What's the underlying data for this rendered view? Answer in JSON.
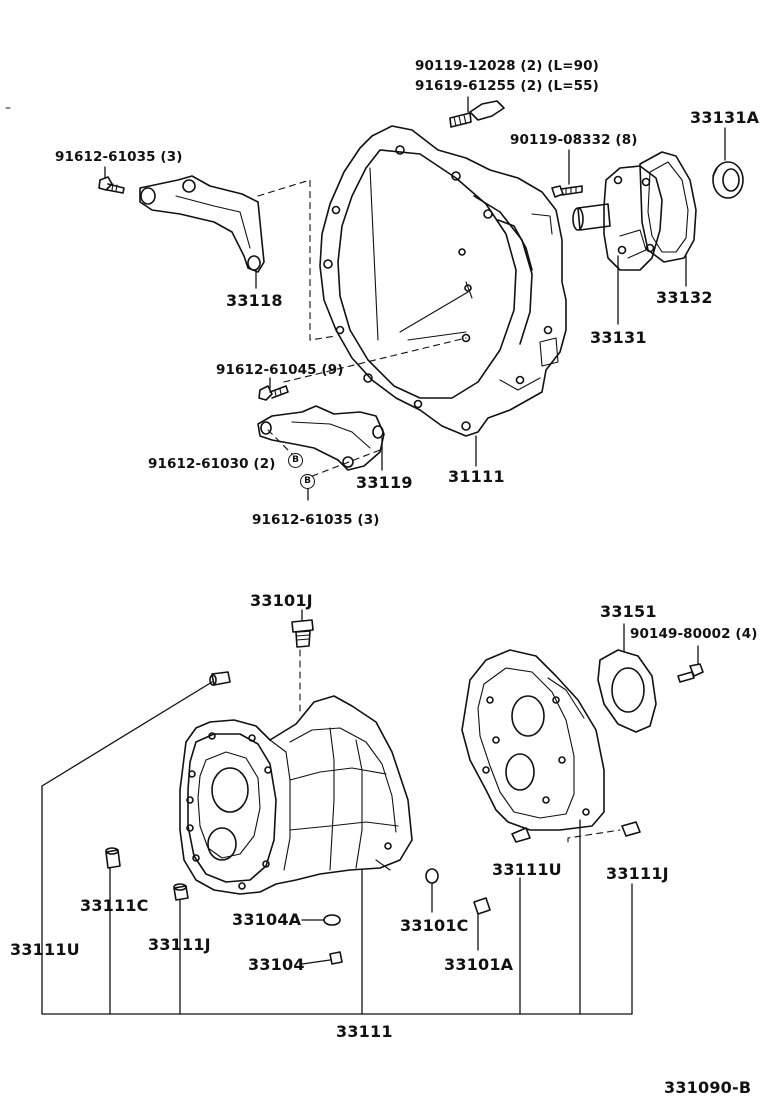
{
  "diagram_id": "331090-B",
  "labels": {
    "bolt_90119_12028": "90119-12028 (2) (L=90)",
    "bolt_91619_61255": "91619-61255 (2) (L=55)",
    "part_33131A": "33131A",
    "bolt_91612_61035_top": "91612-61035 (3)",
    "bolt_90119_08332": "90119-08332 (8)",
    "part_33118": "33118",
    "part_33132": "33132",
    "part_33131": "33131",
    "bolt_91612_61045": "91612-61045 (9)",
    "bolt_91612_61030": "91612-61030 (2)",
    "part_33119": "33119",
    "part_31111": "31111",
    "bolt_91612_61035_bottom": "91612-61035 (3)",
    "part_33101J": "33101J",
    "part_33151": "33151",
    "bolt_90149_80002": "90149-80002 (4)",
    "part_33111C": "33111C",
    "part_33111U_left": "33111U",
    "part_33111J_left": "33111J",
    "part_33104A": "33104A",
    "part_33104": "33104",
    "part_33101C": "33101C",
    "part_33101A": "33101A",
    "part_33111U_right": "33111U",
    "part_33111J_right": "33111J",
    "part_33111": "33111"
  },
  "badges": {
    "marker_b_upper": "B",
    "marker_b_lower": "B"
  }
}
